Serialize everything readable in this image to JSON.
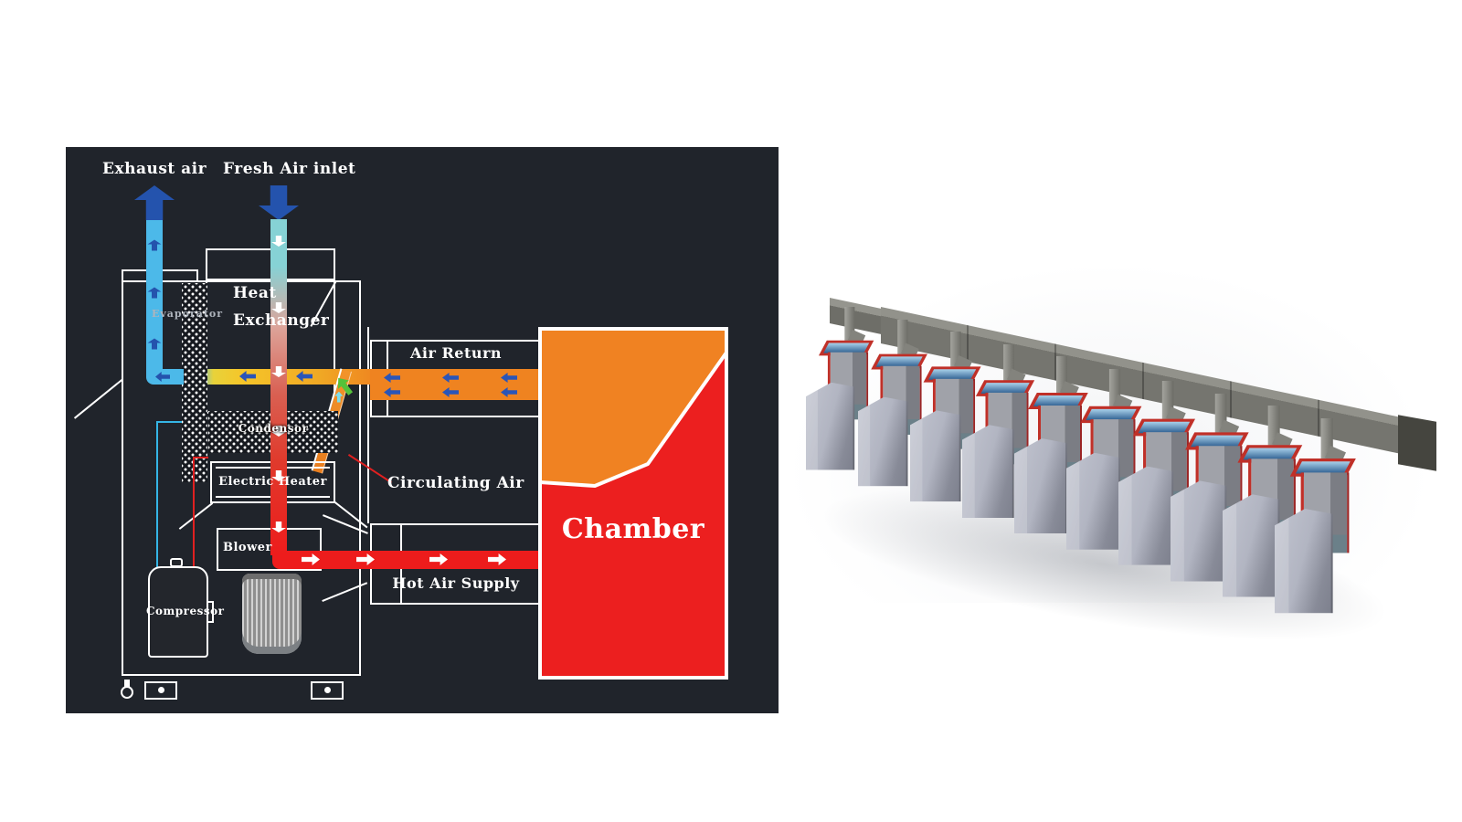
{
  "diagram": {
    "labels": {
      "exhaust_air": "Exhaust air",
      "fresh_air_inlet": "Fresh Air inlet",
      "heat_exchanger_line1": "Heat",
      "heat_exchanger_line2": "Exchanger",
      "evaporator": "Evaporator",
      "condensor": "Condensor",
      "electric_heater": "Electric Heater",
      "blower": "Blower",
      "compressor": "Compressor",
      "air_return": "Air Return",
      "circulating_air": "Circulating Air",
      "hot_air_supply": "Hot Air Supply",
      "chamber": "Chamber"
    }
  },
  "render_3d": {
    "machine_count": 10
  },
  "theme": {
    "panel-bg": "#20242b",
    "exhaust-blue": "#4cb9e9",
    "deep-blue": "#2453ad",
    "flow-blue": "#2a55b8",
    "fresh-teal": "#86d2d5",
    "hot-red": "#ed1c1c",
    "duct-yellow": "#f5c62a",
    "duct-orange": "#ef8320",
    "chamber-orange": "#f08222",
    "chamber-red": "#ec1f1f",
    "green-arrow": "#55c23a",
    "cyan-arrow": "#7ee0ee",
    "leader-red": "#e02020",
    "trim-red": "#c03028",
    "screen-blue": "#2c5d8f"
  }
}
